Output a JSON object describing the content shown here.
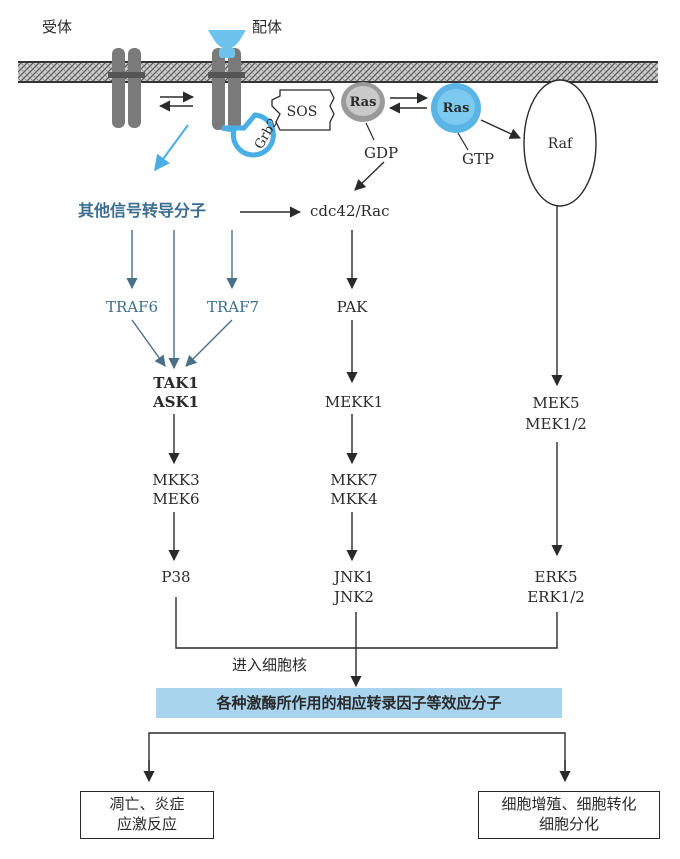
{
  "membrane": {
    "receptor_label": "受体",
    "ligand_label": "配体",
    "sos_label": "SOS",
    "ras_gdp_label": "Ras",
    "ras_gtp_label": "Ras",
    "gdp_label": "GDP",
    "gtp_label": "GTP",
    "raf_label": "Raf",
    "grb2_label": "Grb2"
  },
  "pathway_left": {
    "header": "其他信号转导分子",
    "traf6": "TRAF6",
    "traf7": "TRAF7",
    "tak1": "TAK1",
    "ask1": "ASK1",
    "mkk3": "MKK3",
    "mek6": "MEK6",
    "p38": "P38"
  },
  "pathway_middle": {
    "cdc42": "cdc42/Rac",
    "pak": "PAK",
    "mekk1": "MEKK1",
    "mkk7": "MKK7",
    "mkk4": "MKK4",
    "jnk1": "JNK1",
    "jnk2": "JNK2"
  },
  "pathway_right": {
    "mek5": "MEK5",
    "mek12": "MEK1/2",
    "erk5": "ERK5",
    "erk12": "ERK1/2"
  },
  "nucleus_label": "进入细胞核",
  "effector_band": "各种激酶所作用的相应转录因子等效应分子",
  "outcome_left": [
    "凋亡、炎症",
    "应激反应"
  ],
  "outcome_right": [
    "细胞增殖、细胞转化",
    "细胞分化"
  ],
  "colors": {
    "accent_blue": "#6ec3ee",
    "text_blue": "#3a6d8f",
    "band_blue": "#a9d4ee",
    "receptor_gray": "#7a7a7a"
  }
}
